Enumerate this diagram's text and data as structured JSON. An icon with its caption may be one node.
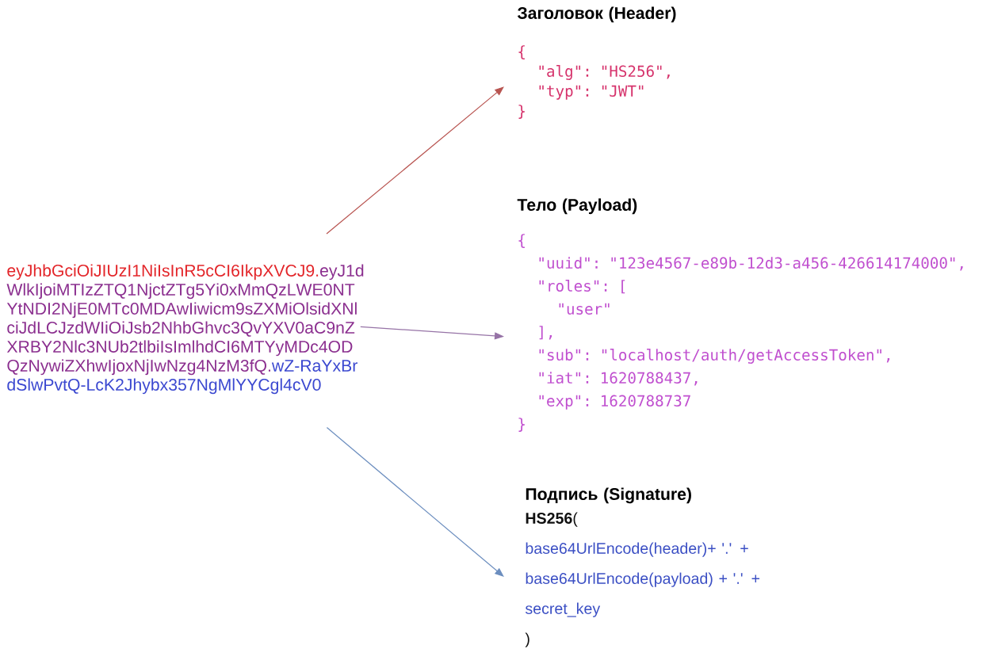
{
  "diagram": {
    "nodes": [
      {
        "text": [
          "eyJhbGciOiJIUzI1NiIsInR5cCI6IkpXVCJ9.",
          "eyJ1dWlkIjoiMTIzZTQ1NjctZTg5Yi0xMmQzLWE0NTYtNDI2NjE0MTc0MDAwIiwicm9sZXMiOlsidXNlciJdLCJzdWIiOiJsb2NhbGhvc3QvYXV0aC9nZXRBY2Nlc3NUb2tlbiIsImlhdCI6MTYyMDc4ODQzNywiZXhwIjoxNjIwNzg4NzM3fQ.",
          "wZ-RaYxBrdSlwPvtQ-LcK2Jhybx357NgMlYYCgl4cV0"
        ]
      },
      {
        "text": [
          "Заголовок (Header)",
          "{",
          "\"alg\": \"HS256\",",
          "\"typ\": \"JWT\"",
          "}"
        ]
      },
      {
        "text": [
          "Тело (Payload)",
          "{",
          "\"uuid\": \"123e4567-e89b-12d3-a456-426614174000\",",
          "\"roles\": [",
          "\"user\"",
          "],",
          "\"sub\": \"localhost/auth/getAccessToken\",",
          "\"iat\": 1620788437,",
          "\"exp\": 1620788737",
          "}"
        ]
      },
      {
        "text": [
          "Подпись (Signature)",
          "**HS256**(",
          "base64UrlEncode(header)+ '.' +",
          "base64UrlEncode(payload) + '.' +",
          "secret_key",
          ")"
        ]
      }
    ],
    "edges": [
      {
        "from": 0,
        "to": 1,
        "arrow": "to",
        "color": "#b85450"
      },
      {
        "from": 0,
        "to": 2,
        "arrow": "to",
        "color": "#9673a6"
      },
      {
        "from": 0,
        "to": 3,
        "arrow": "to",
        "color": "#6c8ebf"
      }
    ]
  }
}
